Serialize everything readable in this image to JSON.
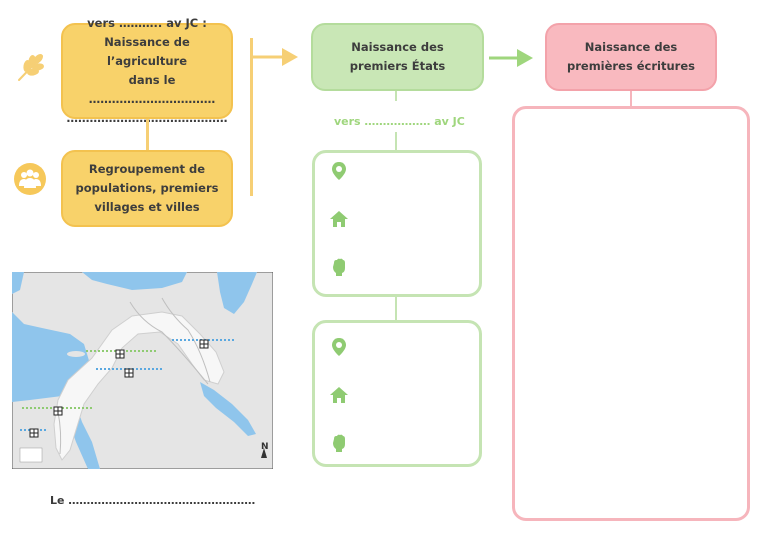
{
  "box_agriculture": {
    "line1": "vers ……….. av JC :",
    "line2": "Naissance de l’agriculture",
    "line3": "dans le ……………………………",
    "line4": "……………………………………"
  },
  "box_villages": {
    "line1": "Regroupement de",
    "line2": "populations, premiers",
    "line3": "villages et villes"
  },
  "box_etats": {
    "line1": "Naissance des",
    "line2": "premiers États"
  },
  "box_ecritures": {
    "line1": "Naissance des",
    "line2": "premières écritures"
  },
  "date_label": "vers ……………… av JC",
  "footer_label": "Le ……………………………………………",
  "map": {
    "north_letter": "N"
  },
  "colors": {
    "yellow": "#f8d26a",
    "green": "#c9e7b6",
    "pink": "#f9b9bf",
    "water": "#8fc5ec",
    "land": "#e6e6e6",
    "crescent": "#f6f6f6"
  },
  "icons": {
    "left": [
      "wheat-icon",
      "group-people-icon"
    ],
    "panel_rows": [
      "location-pin-icon",
      "house-icon",
      "raised-fist-icon"
    ]
  }
}
